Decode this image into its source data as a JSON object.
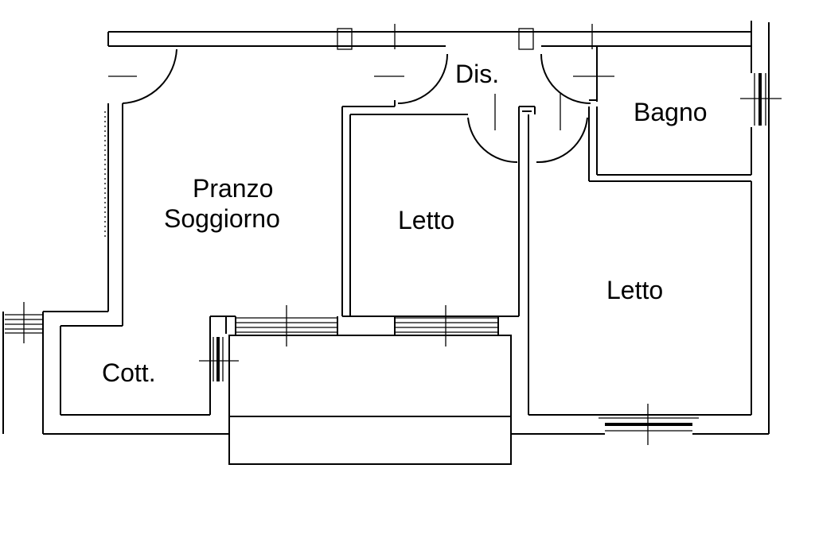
{
  "rooms": {
    "dis": "Dis.",
    "bagno": "Bagno",
    "pranzo_1": "Pranzo",
    "pranzo_2": "Soggiorno",
    "letto_small": "Letto",
    "letto_large": "Letto",
    "cottura": "Cott."
  }
}
